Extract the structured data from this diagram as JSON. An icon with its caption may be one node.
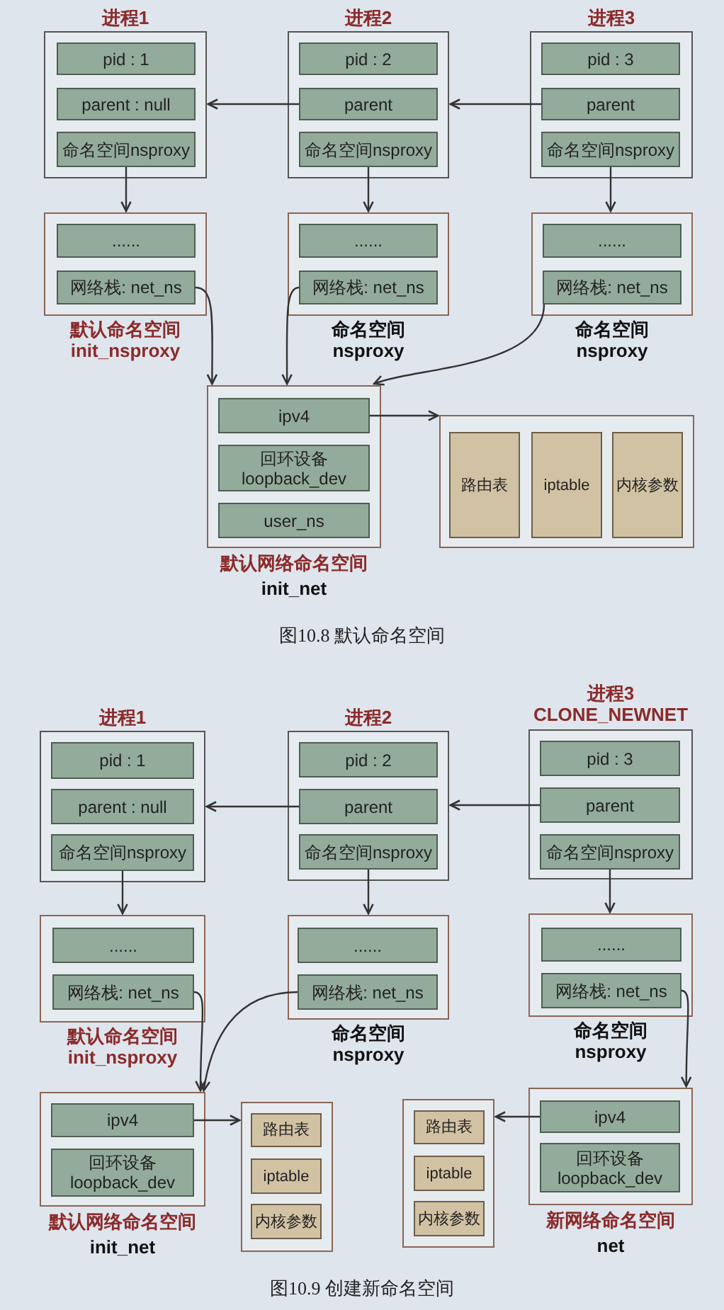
{
  "diagram": {
    "nodes": [
      {
        "text": [
          "进程1"
        ]
      },
      {
        "text": [
          "pid : 1"
        ],
        "in": 0
      },
      {
        "text": [
          "parent : null"
        ],
        "in": 0
      },
      {
        "text": [
          "命名空间nsproxy"
        ],
        "in": 0
      },
      {
        "text": [
          "进程2"
        ]
      },
      {
        "text": [
          "pid : 2"
        ],
        "in": 4
      },
      {
        "text": [
          "parent"
        ],
        "in": 4
      },
      {
        "text": [
          "命名空间nsproxy"
        ],
        "in": 4
      },
      {
        "text": [
          "进程3"
        ]
      },
      {
        "text": [
          "pid : 3"
        ],
        "in": 8
      },
      {
        "text": [
          "parent"
        ],
        "in": 8
      },
      {
        "text": [
          "命名空间nsproxy"
        ],
        "in": 8
      },
      {
        "text": [
          "默认命名空间 init_nsproxy"
        ]
      },
      {
        "text": [
          "......"
        ],
        "in": 12
      },
      {
        "text": [
          "网络栈: net_ns"
        ],
        "in": 12
      },
      {
        "text": [
          "命名空间 nsproxy"
        ]
      },
      {
        "text": [
          "......"
        ],
        "in": 15
      },
      {
        "text": [
          "网络栈: net_ns"
        ],
        "in": 15
      },
      {
        "text": [
          "命名空间 nsproxy"
        ]
      },
      {
        "text": [
          "......"
        ],
        "in": 18
      },
      {
        "text": [
          "网络栈: net_ns"
        ],
        "in": 18
      },
      {
        "text": [
          "默认网络命名空间",
          "init_net"
        ]
      },
      {
        "text": [
          "ipv4"
        ],
        "in": 21
      },
      {
        "text": [
          "回环设备 loopback_dev"
        ],
        "in": 21
      },
      {
        "text": [
          "user_ns"
        ],
        "in": 21
      },
      {
        "text": [],
        "shape": "box"
      },
      {
        "text": [
          "路由表"
        ],
        "in": 25
      },
      {
        "text": [
          "iptable"
        ],
        "in": 25
      },
      {
        "text": [
          "内核参数"
        ],
        "in": 25
      },
      {
        "text": [
          "进程1"
        ]
      },
      {
        "text": [
          "pid : 1"
        ],
        "in": 29
      },
      {
        "text": [
          "parent : null"
        ],
        "in": 29
      },
      {
        "text": [
          "命名空间nsproxy"
        ],
        "in": 29
      },
      {
        "text": [
          "进程2"
        ]
      },
      {
        "text": [
          "pid : 2"
        ],
        "in": 33
      },
      {
        "text": [
          "parent"
        ],
        "in": 33
      },
      {
        "text": [
          "命名空间nsproxy"
        ],
        "in": 33
      },
      {
        "text": [
          "进程3 CLONE_NEWNET"
        ]
      },
      {
        "text": [
          "pid : 3"
        ],
        "in": 37
      },
      {
        "text": [
          "parent"
        ],
        "in": 37
      },
      {
        "text": [
          "命名空间nsproxy"
        ],
        "in": 37
      },
      {
        "text": [
          "默认命名空间 init_nsproxy"
        ]
      },
      {
        "text": [
          "......"
        ],
        "in": 41
      },
      {
        "text": [
          "网络栈: net_ns"
        ],
        "in": 41
      },
      {
        "text": [
          "命名空间 nsproxy"
        ]
      },
      {
        "text": [
          "......"
        ],
        "in": 44
      },
      {
        "text": [
          "网络栈: net_ns"
        ],
        "in": 44
      },
      {
        "text": [
          "命名空间 nsproxy"
        ]
      },
      {
        "text": [
          "......"
        ],
        "in": 47
      },
      {
        "text": [
          "网络栈: net_ns"
        ],
        "in": 47
      },
      {
        "text": [
          "默认网络命名空间",
          "init_net"
        ]
      },
      {
        "text": [
          "ipv4"
        ],
        "in": 50
      },
      {
        "text": [
          "回环设备 loopback_dev"
        ],
        "in": 50
      },
      {
        "text": [],
        "shape": "box"
      },
      {
        "text": [
          "路由表"
        ],
        "in": 53
      },
      {
        "text": [
          "iptable"
        ],
        "in": 53
      },
      {
        "text": [
          "内核参数"
        ],
        "in": 53
      },
      {
        "text": [],
        "shape": "box"
      },
      {
        "text": [
          "路由表"
        ],
        "in": 57
      },
      {
        "text": [
          "iptable"
        ],
        "in": 57
      },
      {
        "text": [
          "内核参数"
        ],
        "in": 57
      },
      {
        "text": [
          "新网络命名空间",
          "net"
        ]
      },
      {
        "text": [
          "ipv4"
        ],
        "in": 61
      },
      {
        "text": [
          "回环设备 loopback_dev"
        ],
        "in": 61
      }
    ],
    "edges": [
      {
        "from": 6,
        "to": 0,
        "arrow": "to"
      },
      {
        "from": 10,
        "to": 4,
        "arrow": "to"
      },
      {
        "from": 3,
        "to": 12,
        "arrow": "to"
      },
      {
        "from": 7,
        "to": 15,
        "arrow": "to"
      },
      {
        "from": 11,
        "to": 18,
        "arrow": "to"
      },
      {
        "from": 14,
        "to": 21,
        "arrow": "to"
      },
      {
        "from": 17,
        "to": 21,
        "arrow": "to"
      },
      {
        "from": 20,
        "to": 21,
        "arrow": "to"
      },
      {
        "from": 22,
        "to": 25,
        "arrow": "to"
      },
      {
        "from": 35,
        "to": 29,
        "arrow": "to"
      },
      {
        "from": 39,
        "to": 33,
        "arrow": "to"
      },
      {
        "from": 32,
        "to": 41,
        "arrow": "to"
      },
      {
        "from": 36,
        "to": 44,
        "arrow": "to"
      },
      {
        "from": 40,
        "to": 47,
        "arrow": "to"
      },
      {
        "from": 43,
        "to": 50,
        "arrow": "to"
      },
      {
        "from": 46,
        "to": 50,
        "arrow": "to"
      },
      {
        "from": 49,
        "to": 61,
        "arrow": "to"
      },
      {
        "from": 51,
        "to": 53,
        "arrow": "to"
      },
      {
        "from": 62,
        "to": 57,
        "arrow": "to"
      }
    ],
    "labels": [
      "图10.8 默认命名空间",
      "图10.9 创建新命名空间"
    ]
  }
}
